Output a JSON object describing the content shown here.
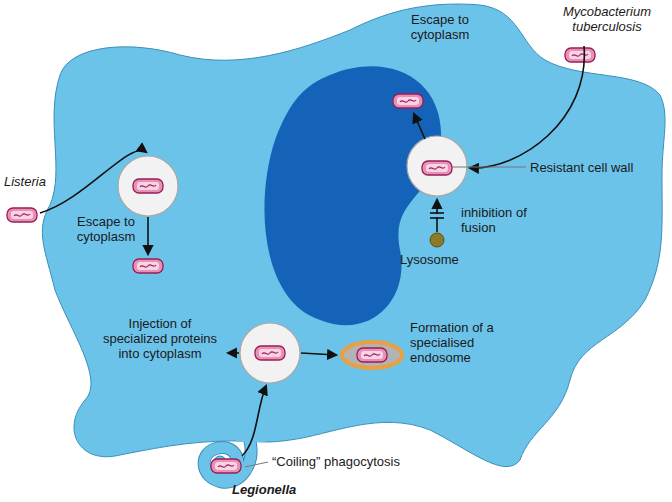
{
  "diagram": {
    "labels": [
      "Listeria",
      "Mycobacterium tuberculosis",
      "Escape to cytoplasm",
      "Escape to cytoplasm",
      "Resistant cell wall",
      "inhibition of fusion",
      "Lysosome",
      "Injection of specialized proteins into cytoplasm",
      "Formation of a specialised endosome",
      "“Coiling” phagocytosis",
      "Legionella"
    ]
  }
}
